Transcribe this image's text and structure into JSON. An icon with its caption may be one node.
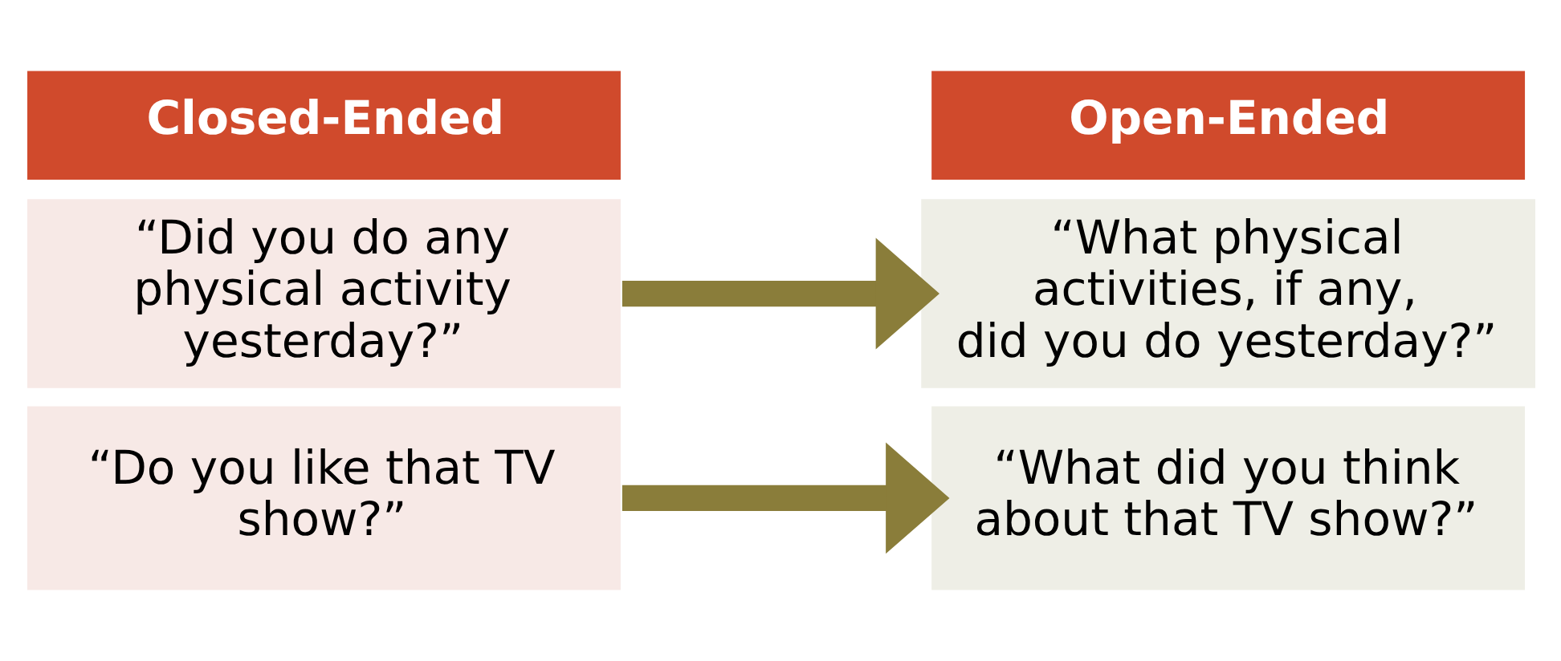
{
  "diagram": {
    "nodes": [
      {
        "text": [
          "Closed-Ended"
        ]
      },
      {
        "text": [
          "“Did you do any physical activity yesterday?”"
        ]
      },
      {
        "text": [
          "“Do you like that TV show?”"
        ]
      },
      {
        "text": [
          "Open-Ended"
        ]
      },
      {
        "text": [
          "“What physical activities, if any, did you do yesterday?”"
        ]
      },
      {
        "text": [
          "“What did you think about that TV show?”"
        ]
      }
    ],
    "edges": [
      {
        "from": 1,
        "to": 4,
        "arrow": "to"
      },
      {
        "from": 2,
        "to": 5,
        "arrow": "to"
      }
    ]
  }
}
